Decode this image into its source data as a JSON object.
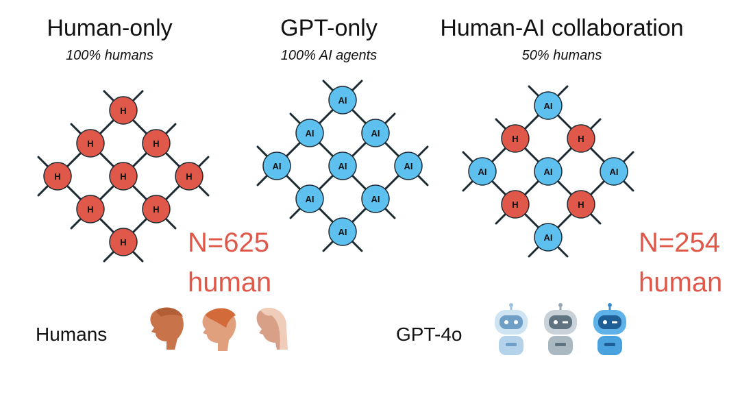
{
  "panels": [
    {
      "title": "Human-only",
      "subtitle": "100% humans",
      "nodes": [
        "H",
        "H",
        "H",
        "H",
        "H",
        "H",
        "H",
        "H",
        "H"
      ]
    },
    {
      "title": "GPT-only",
      "subtitle": "100% AI agents",
      "nodes": [
        "AI",
        "AI",
        "AI",
        "AI",
        "AI",
        "AI",
        "AI",
        "AI",
        "AI"
      ]
    },
    {
      "title": "Human-AI collaboration",
      "subtitle": "50% humans",
      "nodes": [
        "AI",
        "H",
        "AI",
        "H",
        "AI",
        "H",
        "AI",
        "H",
        "AI"
      ]
    }
  ],
  "counts": [
    {
      "value": "N=625",
      "unit": "human"
    },
    {
      "value": "N=254",
      "unit": "human"
    }
  ],
  "legend": {
    "humans_label": "Humans",
    "ai_label": "GPT-4o"
  },
  "colors": {
    "human": "#e0584a",
    "ai": "#5ec0ef",
    "count_text": "#e0584a"
  }
}
